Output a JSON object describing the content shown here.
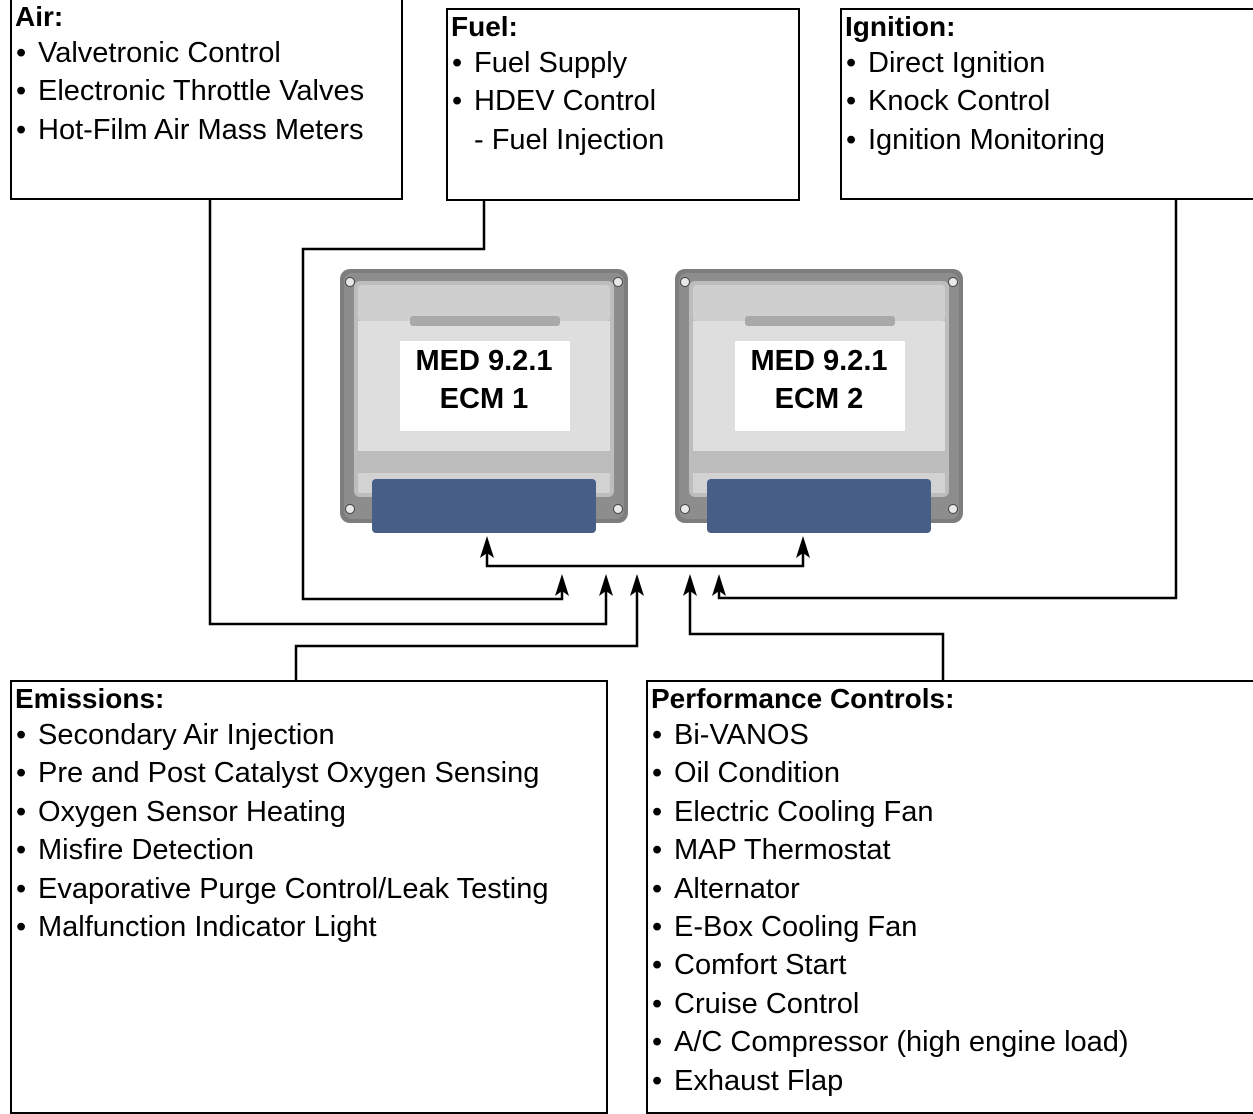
{
  "boxes": {
    "air": {
      "title": "Air:",
      "items": [
        "Valvetronic Control",
        "Electronic Throttle Valves",
        "Hot-Film Air Mass Meters"
      ]
    },
    "fuel": {
      "title": "Fuel:",
      "items": [
        "Fuel Supply",
        "HDEV Control"
      ],
      "sub_items": [
        "- Fuel Injection"
      ]
    },
    "ignition": {
      "title": "Ignition:",
      "items": [
        "Direct Ignition",
        "Knock Control",
        "Ignition Monitoring"
      ]
    },
    "emissions": {
      "title": "Emissions:",
      "items": [
        "Secondary Air Injection",
        "Pre and Post Catalyst Oxygen Sensing",
        "Oxygen Sensor Heating",
        "Misfire Detection",
        "Evaporative Purge Control/Leak Testing",
        "Malfunction Indicator Light"
      ]
    },
    "performance": {
      "title": "Performance Controls:",
      "items": [
        "Bi-VANOS",
        "Oil Condition",
        "Electric Cooling Fan",
        "MAP Thermostat",
        "Alternator",
        "E-Box Cooling Fan",
        "Comfort Start",
        "Cruise Control",
        "A/C Compressor (high engine load)",
        "Exhaust Flap"
      ]
    }
  },
  "bullet": "•",
  "ecms": [
    {
      "line1": "MED 9.2.1",
      "line2": "ECM 1"
    },
    {
      "line1": "MED 9.2.1",
      "line2": "ECM 2"
    }
  ],
  "colors": {
    "ecm_housing": "#7d7d7d",
    "ecm_face": "#d6d6d6",
    "ecm_connector": "#475e86",
    "line": "#000000"
  }
}
